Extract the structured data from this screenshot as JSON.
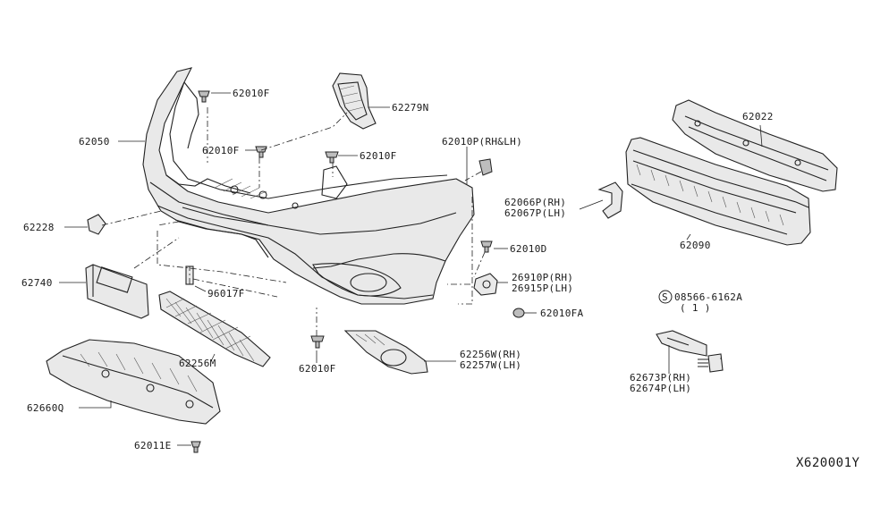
{
  "diagram": {
    "title": "Front bumper parts diagram",
    "reference_id": "X620001Y",
    "parts": {
      "fascia": "62050",
      "grille_clip": "62279N",
      "clip_top_right": "62010F",
      "clip_top_left": "62010F",
      "clip_mid": "62010F",
      "clip_bottom": "62010F",
      "clip_bracket": "62010P(RH&LH)",
      "absorber": "62090",
      "reinforcement": "62022",
      "bracket_rh": "62066P(RH)",
      "bracket_lh": "62067P(LH)",
      "clip_side": "62010D",
      "sensor_rh": "26910P(RH)",
      "sensor_lh": "26915P(LH)",
      "grommet": "62010FA",
      "screw": "08566-6162A",
      "screw_qty": "( 1 )",
      "bracket_side_rh": "62673P(RH)",
      "bracket_side_lh": "62674P(LH)",
      "fog_cover_rh": "62256W(RH)",
      "fog_cover_lh": "62257W(LH)",
      "lower_grille": "62256M",
      "plate_bracket": "62740",
      "stay": "96017F",
      "cap": "62228",
      "undercover": "62660Q",
      "undercover_clip": "62011E"
    }
  }
}
